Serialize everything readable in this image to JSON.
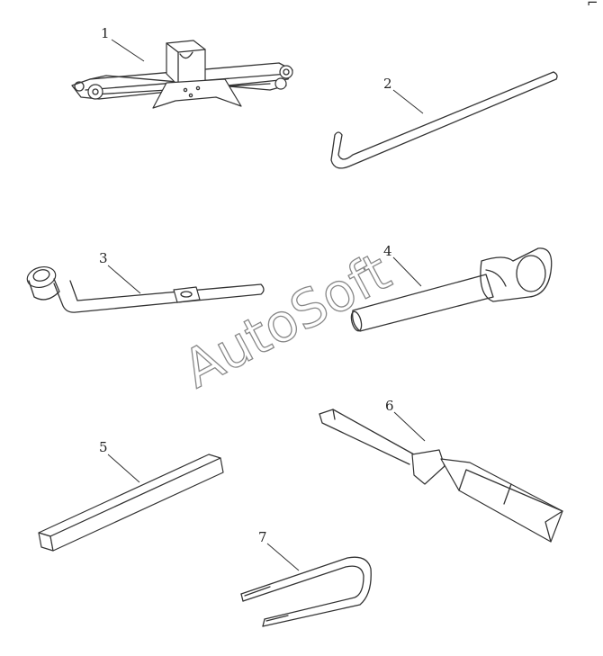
{
  "items": [
    {
      "id": "1",
      "tool": "scissor-jack"
    },
    {
      "id": "2",
      "tool": "jack-handle-hook-rod"
    },
    {
      "id": "3",
      "tool": "wheel-nut-wrench"
    },
    {
      "id": "4",
      "tool": "towing-eye"
    },
    {
      "id": "5",
      "tool": "wooden-block"
    },
    {
      "id": "6",
      "tool": "screwdriver"
    },
    {
      "id": "7",
      "tool": "fuse-puller"
    }
  ],
  "watermark": "AutoSoft",
  "corner_mark": "⌐"
}
